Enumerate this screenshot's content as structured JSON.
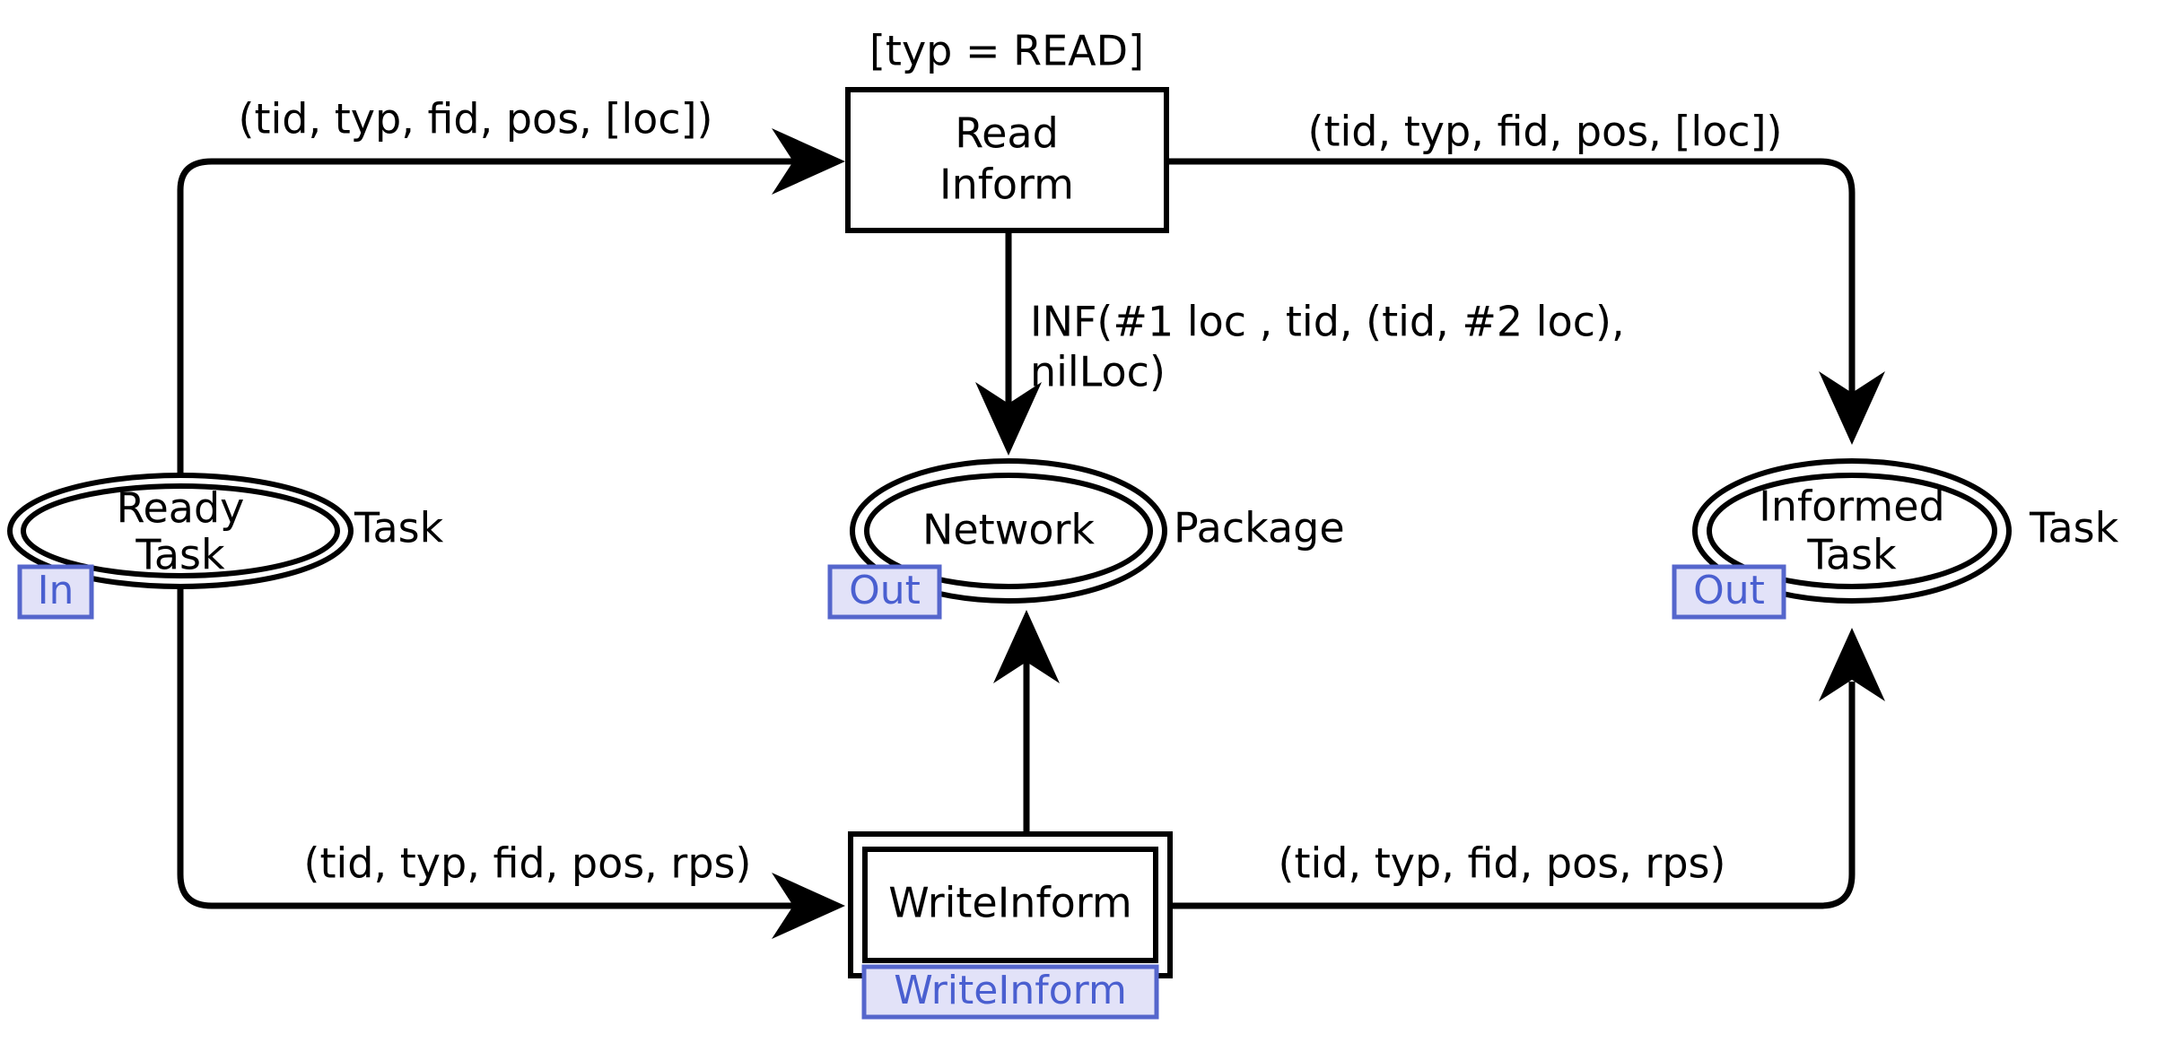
{
  "diagram": {
    "kind": "colored-petri-net",
    "title": "ReadInform / WriteInform CPN page"
  },
  "places": [
    {
      "id": "ready-task",
      "name_line1": "Ready",
      "name_line2": "Task",
      "colorset": "Task",
      "port_tag": "In"
    },
    {
      "id": "network",
      "name_line1": "Network",
      "name_line2": "",
      "colorset": "Package",
      "port_tag": "Out"
    },
    {
      "id": "informed-task",
      "name_line1": "Informed",
      "name_line2": "Task",
      "colorset": "Task",
      "port_tag": "Out"
    }
  ],
  "transitions": [
    {
      "id": "read-inform",
      "name_line1": "Read",
      "name_line2": "Inform",
      "guard": "[typ = READ]",
      "kind": "simple"
    },
    {
      "id": "write-inform",
      "name_line1": "WriteInform",
      "name_line2": "",
      "substitution_tag": "WriteInform",
      "kind": "substitution"
    }
  ],
  "arcs": [
    {
      "id": "ready-to-read",
      "from": "ready-task",
      "to": "read-inform",
      "inscription": "(tid, typ, fid, pos, [loc])"
    },
    {
      "id": "read-to-informed",
      "from": "read-inform",
      "to": "informed-task",
      "inscription": "(tid, typ, fid, pos, [loc])"
    },
    {
      "id": "read-to-network",
      "from": "read-inform",
      "to": "network",
      "inscription_line1": "INF(#1 loc , tid, (tid, #2 loc),",
      "inscription_line2": "nilLoc)"
    },
    {
      "id": "ready-to-write",
      "from": "ready-task",
      "to": "write-inform",
      "inscription": "(tid, typ, fid, pos, rps)"
    },
    {
      "id": "write-to-informed",
      "from": "write-inform",
      "to": "informed-task",
      "inscription": "(tid, typ, fid, pos, rps)"
    },
    {
      "id": "write-to-network",
      "from": "write-inform",
      "to": "network",
      "inscription": ""
    }
  ],
  "colors": {
    "stroke": "#000000",
    "background": "#ffffff",
    "tag_fill": "#e2e2f8",
    "tag_border": "#5566cc",
    "tag_text": "#4a5fd0"
  }
}
